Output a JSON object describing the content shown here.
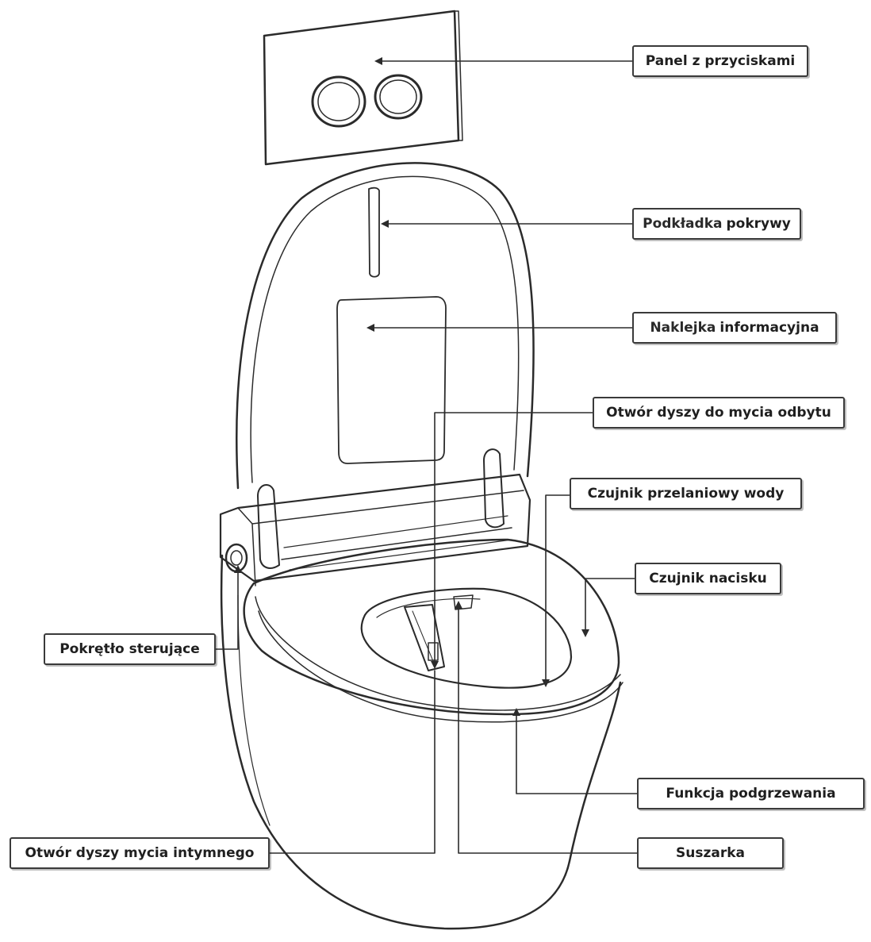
{
  "callouts": {
    "button_panel": "Panel z przyciskami",
    "lid_cushion_a": "Podkładka",
    "lid_cushion_b": "pokrywy",
    "info_sticker_a": "Naklejka",
    "info_sticker_b": "informacyjna",
    "anal_nozzle": "Otwór dyszy do mycia odbytu",
    "overflow_sensor": "Czujnik przelaniowy wody",
    "pressure_sensor": "Czujnik nacisku",
    "control_knob": "Pokrętło sterujące",
    "heating_function": "Funkcja podgrzewania",
    "intimate_nozzle": "Otwór dyszy mycia intymnego",
    "dryer": "Suszarka"
  },
  "colors": {
    "line": "#2b2b2b",
    "box_border": "#3a3a3a"
  }
}
